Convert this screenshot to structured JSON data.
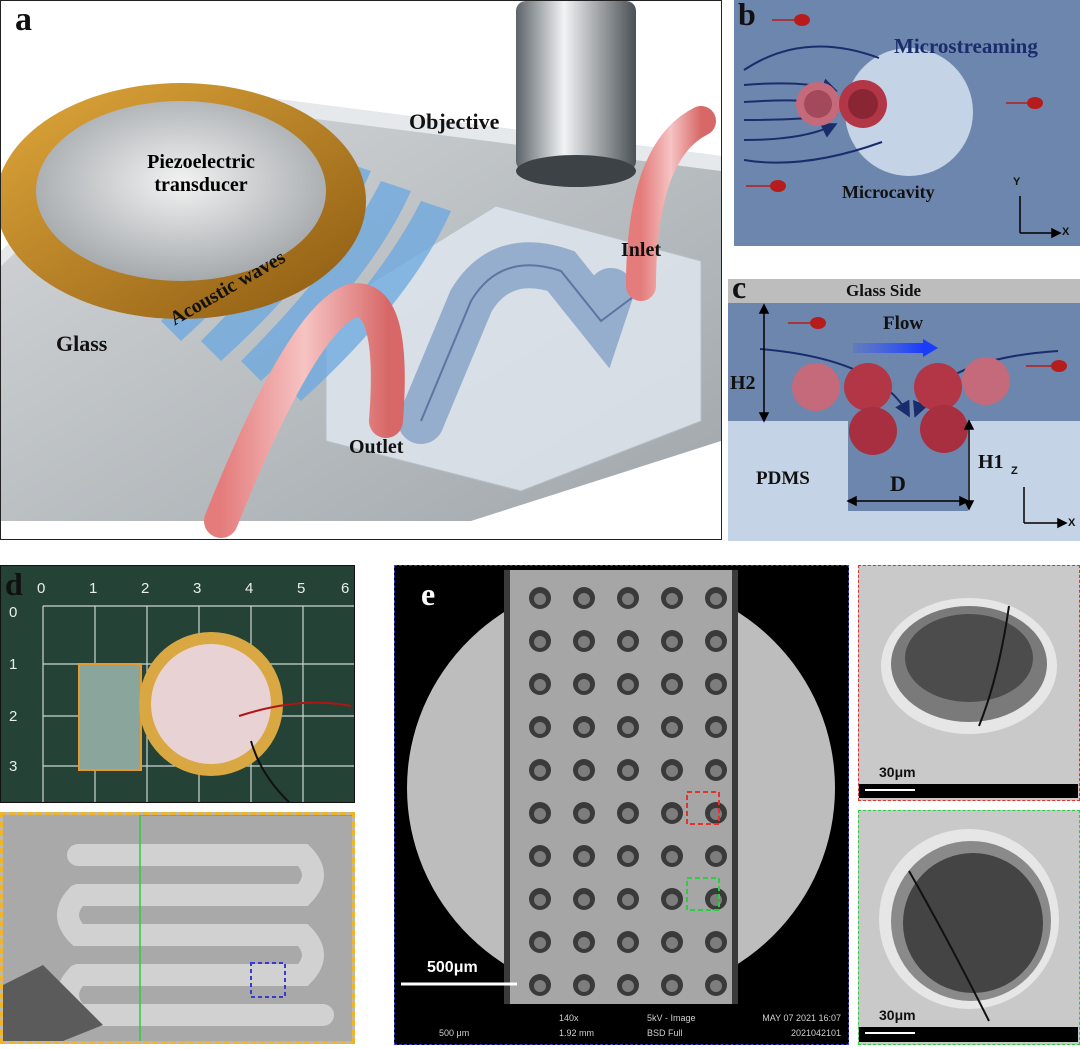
{
  "panel_a": {
    "label": "a",
    "piezo": "Piezoelectric transducer",
    "piezo_line1": "Piezoelectric",
    "piezo_line2": "transducer",
    "objective": "Objective",
    "acoustic": "Acoustic waves",
    "glass": "Glass",
    "inlet": "Inlet",
    "outlet": "Outlet"
  },
  "panel_b": {
    "label": "b",
    "microstreaming": "Microstreaming",
    "microcavity": "Microcavity",
    "axis_y": "Y",
    "axis_x": "X"
  },
  "panel_c": {
    "label": "c",
    "glass_side": "Glass Side",
    "flow": "Flow",
    "h2": "H2",
    "h1": "H1",
    "pdms": "PDMS",
    "d": "D",
    "axis_z": "Z",
    "axis_x": "X"
  },
  "panel_d": {
    "label": "d",
    "ruler_x": [
      "0",
      "1",
      "2",
      "3",
      "4",
      "5",
      "6"
    ],
    "ruler_y": [
      "0",
      "1",
      "2",
      "3"
    ]
  },
  "panel_e": {
    "label": "e",
    "scale_label": "500μm",
    "scale_small": "500 μm",
    "mag": "140x",
    "hfw": "1.92 mm",
    "mode": "5kV - Image",
    "detector": "BSD Full",
    "date": "MAY 07 2021 16:07",
    "file_id": "2021042101",
    "detail_top_scale": "30μm",
    "detail_bottom_scale": "30μm"
  },
  "colors": {
    "cell_blue": "#6d86ad",
    "pdms": "#c5d3e6",
    "arrow_navy": "#1a2c6b",
    "box_red": "#e53030",
    "box_green": "#2ecc40",
    "box_blue": "#3a3ad0",
    "box_orange": "#f0b429"
  }
}
